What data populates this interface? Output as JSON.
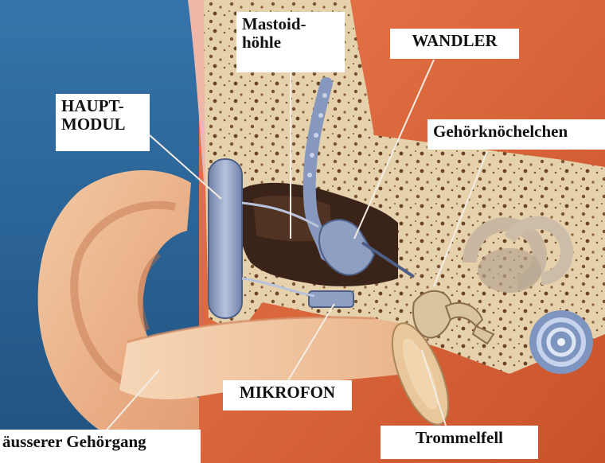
{
  "labels": {
    "mastoid_line1": "Mastoid-",
    "mastoid_line2": "höhle",
    "wandler": "WANDLER",
    "haupt_line1": "HAUPT-",
    "haupt_line2": "MODUL",
    "gehoerknoechelchen": "Gehörknöchelchen",
    "mikrofon": "MIKROFON",
    "trommelfell": "Trommelfell",
    "gehoergang": "äusserer Gehörgang"
  },
  "colors": {
    "background_blue": "#2f6fa6",
    "skin_orange": "#e0683a",
    "bone": "#e7d3b0",
    "cavity": "#3a2318",
    "implant": "#8f9fc2",
    "leader_line": "#f3ece3"
  }
}
